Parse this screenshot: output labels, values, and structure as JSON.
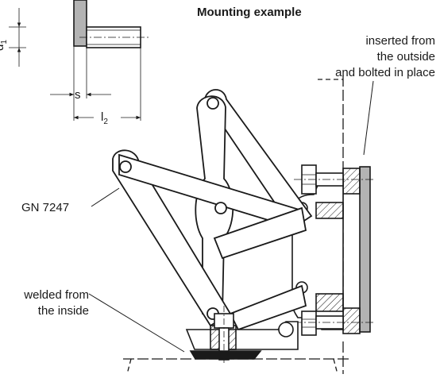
{
  "title": "Mounting example",
  "dimensions": {
    "d1": "d",
    "d1_sub": "1",
    "s": "s",
    "l2": "l",
    "l2_sub": "2"
  },
  "labels": {
    "inserted": [
      "inserted from",
      "the outside",
      "and bolted in place"
    ],
    "part": "GN 7247",
    "welded": [
      "welded from",
      "the inside"
    ]
  },
  "colors": {
    "line": "#1a1a1a",
    "part_fill": "#b3b3b3",
    "hatch": "#1a1a1a"
  }
}
